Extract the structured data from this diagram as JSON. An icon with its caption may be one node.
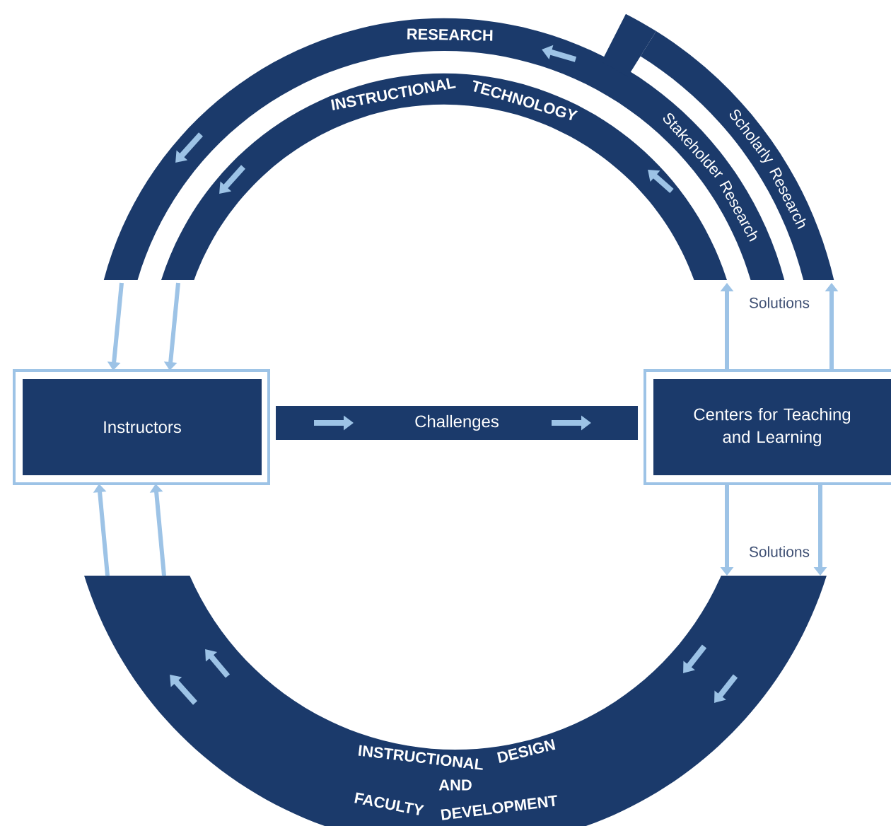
{
  "diagram": {
    "nodes": [
      {
        "text": [
          "Instructors"
        ]
      },
      {
        "text": [
          "Challenges"
        ]
      },
      {
        "text": [
          "Centers for Teaching and Learning"
        ]
      },
      {
        "text": [
          "RESEARCH",
          "Stakeholder Research"
        ]
      },
      {
        "text": [
          "Scholarly Research"
        ]
      },
      {
        "text": [
          "INSTRUCTIONAL TECHNOLOGY"
        ]
      },
      {
        "text": [
          "INSTRUCTIONAL DESIGN AND FACULTY DEVELOPMENT"
        ]
      }
    ],
    "edges": [
      {
        "from": 3,
        "to": 0,
        "arrow": "to"
      },
      {
        "from": 5,
        "to": 0,
        "arrow": "to"
      },
      {
        "from": 2,
        "to": 5,
        "arrow": "to"
      },
      {
        "from": 2,
        "to": 4,
        "arrow": "to"
      },
      {
        "from": 2,
        "to": 6,
        "arrow": "to"
      },
      {
        "from": 2,
        "to": 6,
        "arrow": "to"
      },
      {
        "from": 6,
        "to": 0,
        "arrow": "to"
      },
      {
        "from": 6,
        "to": 0,
        "arrow": "to"
      }
    ],
    "labels": [
      "Solutions",
      "Solutions"
    ]
  }
}
